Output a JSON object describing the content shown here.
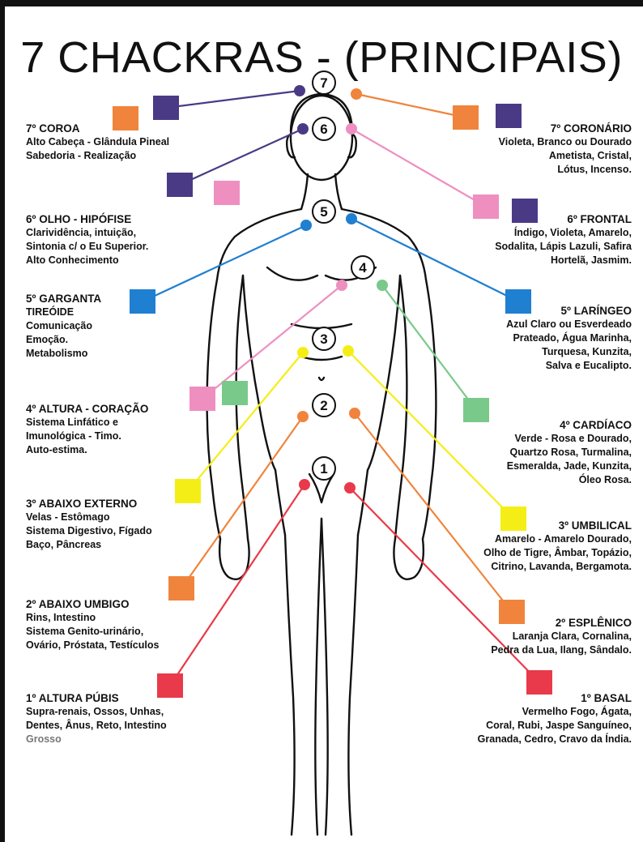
{
  "title": "7 CHACKRAS - (PRINCIPAIS)",
  "colors": {
    "violet": "#4a3a86",
    "orange": "#f0843c",
    "pink": "#ee8fc0",
    "blue": "#1f7fd1",
    "green": "#79c98a",
    "yellow": "#f5ee16",
    "red": "#e83a4a"
  },
  "chakras": [
    {
      "number": "7",
      "colors": [
        "orange",
        "violet"
      ]
    },
    {
      "number": "6",
      "colors": [
        "pink",
        "violet"
      ]
    },
    {
      "number": "5",
      "colors": [
        "blue"
      ]
    },
    {
      "number": "4",
      "colors": [
        "pink",
        "green"
      ]
    },
    {
      "number": "3",
      "colors": [
        "yellow"
      ]
    },
    {
      "number": "2",
      "colors": [
        "orange"
      ]
    },
    {
      "number": "1",
      "colors": [
        "red"
      ]
    }
  ],
  "left_labels": [
    {
      "heading": "7º COROA",
      "lines": [
        "Alto Cabeça - Glândula Pineal",
        "Sabedoria - Realização"
      ]
    },
    {
      "heading": "6º OLHO - HIPÓFISE",
      "lines": [
        "Clarividência, intuição,",
        "Sintonia c/ o Eu Superior.",
        "Alto Conhecimento"
      ]
    },
    {
      "heading": "5º  GARGANTA",
      "lines": [
        "TIREÓIDE",
        "Comunicação",
        "Emoção.",
        "Metabolismo"
      ]
    },
    {
      "heading": "4º  ALTURA - CORAÇÃO",
      "lines": [
        "Sistema Linfático e",
        "Imunológica - Timo.",
        "Auto-estima."
      ]
    },
    {
      "heading": "3º ABAIXO EXTERNO",
      "lines": [
        "Velas - Estômago",
        "Sistema Digestivo, Fígado",
        "Baço, Pâncreas"
      ]
    },
    {
      "heading": "2º ABAIXO UMBIGO",
      "lines": [
        "Rins, Intestino",
        "Sistema Genito-urinário,",
        "Ovário, Próstata, Testículos"
      ]
    },
    {
      "heading": "1º ALTURA PÚBIS",
      "lines": [
        "Supra-renais, Ossos, Unhas,",
        "Dentes, Ânus, Reto, Intestino",
        "Grosso"
      ]
    }
  ],
  "right_labels": [
    {
      "heading": "7º CORONÁRIO",
      "lines": [
        "Violeta, Branco ou Dourado",
        "Ametista, Cristal,",
        "Lótus, Incenso."
      ]
    },
    {
      "heading": "6º FRONTAL",
      "lines": [
        "Índigo, Violeta, Amarelo,",
        "Sodalita, Lápis Lazuli, Safira",
        "Hortelã, Jasmim."
      ]
    },
    {
      "heading": "5º LARÍNGEO",
      "lines": [
        "Azul Claro ou Esverdeado",
        "Prateado, Água Marinha,",
        "Turquesa, Kunzita,",
        "Salva e Eucalipto."
      ]
    },
    {
      "heading": "4º CARDÍACO",
      "lines": [
        "Verde - Rosa e Dourado,",
        "Quartzo Rosa, Turmalina,",
        "Esmeralda, Jade, Kunzita,",
        "Óleo Rosa."
      ]
    },
    {
      "heading": "3º UMBILICAL",
      "lines": [
        "Amarelo - Amarelo Dourado,",
        "Olho de Tigre, Âmbar, Topázio,",
        "Citrino, Lavanda, Bergamota."
      ]
    },
    {
      "heading": "2º ESPLÊNICO",
      "lines": [
        "Laranja Clara, Cornalina,",
        "Pedra da Lua, Ilang, Sândalo."
      ]
    },
    {
      "heading": "1º BASAL",
      "lines": [
        "Vermelho Fogo, Ágata,",
        "Coral, Rubi, Jaspe Sanguíneo,",
        "Granada, Cedro, Cravo da Índia."
      ]
    }
  ]
}
